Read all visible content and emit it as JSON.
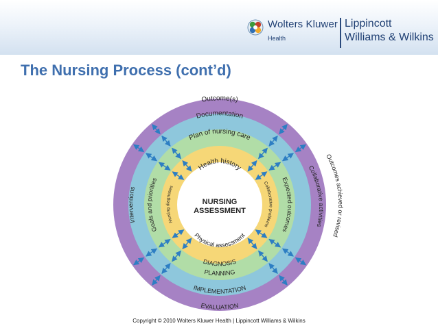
{
  "header": {
    "company": "Wolters Kluwer",
    "division": "Health",
    "publisher_line1": "Lippincott",
    "publisher_line2": "Williams & Wilkins"
  },
  "title": "The Nursing Process (cont’d)",
  "diagram": {
    "center": [
      "NURSING",
      "ASSESSMENT"
    ],
    "rings": {
      "assessment": {
        "top": "Health history",
        "bottom": "Physical assessment"
      },
      "diagnosis": {
        "top": "",
        "bottom": "DIAGNOSIS",
        "left": "Nursing diagnoses",
        "right": "Collaborative problems"
      },
      "planning": {
        "top": "Plan of nursing care",
        "bottom": "PLANNING",
        "left": "Goals and priorities",
        "right": "Expected outcomes"
      },
      "implementation": {
        "top": "Documentation",
        "bottom": "IMPLEMENTATION",
        "left": "Interventions",
        "right": "Collaborative activities"
      },
      "evaluation": {
        "top": "Outcome(s)",
        "bottom": "EVALUATION",
        "right": "Outcomes achieved or revised"
      }
    },
    "colors": {
      "evaluation": "#a682c4",
      "implementation": "#8ec7dc",
      "planning": "#b1dda7",
      "diagnosis": "#f6d777",
      "assessment": "#ffffff",
      "arrow": "#2d7ec3"
    }
  },
  "footer": "Copyright © 2010 Wolters Kluwer Health | Lippincott Williams & Wilkins"
}
